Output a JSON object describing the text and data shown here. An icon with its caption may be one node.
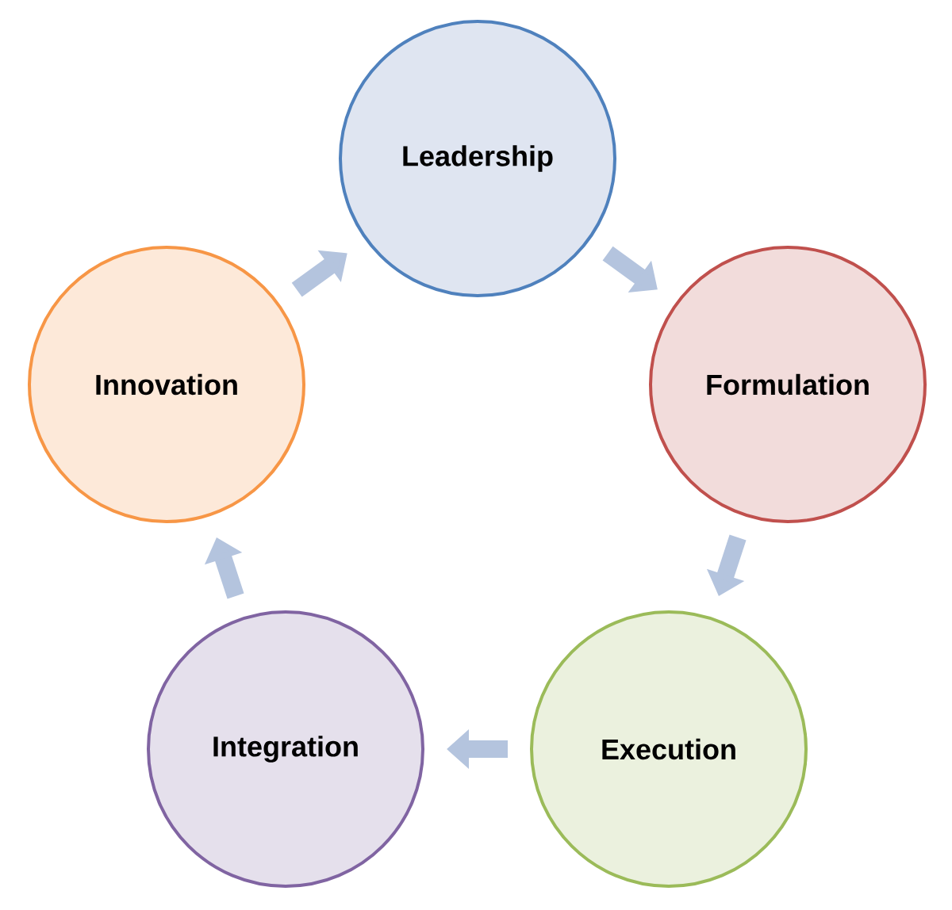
{
  "diagram": {
    "nodes": [
      {
        "text": [
          "Leadership"
        ]
      },
      {
        "text": [
          "Formulation"
        ]
      },
      {
        "text": [
          "Execution"
        ]
      },
      {
        "text": [
          "Integration"
        ]
      },
      {
        "text": [
          "Innovation"
        ]
      }
    ],
    "edges": [
      {
        "from": 0,
        "to": 1,
        "arrow": "to"
      },
      {
        "from": 1,
        "to": 2,
        "arrow": "to"
      },
      {
        "from": 2,
        "to": 3,
        "arrow": "to"
      },
      {
        "from": 3,
        "to": 4,
        "arrow": "to"
      },
      {
        "from": 4,
        "to": 0,
        "arrow": "to"
      }
    ]
  }
}
